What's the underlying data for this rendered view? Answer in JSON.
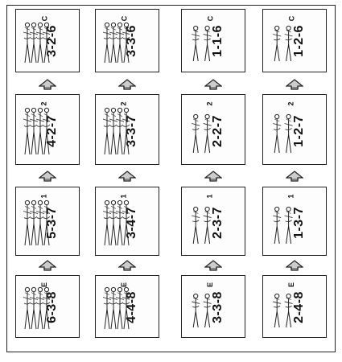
{
  "diagram": {
    "rows": [
      [
        {
          "label": "3-2-6",
          "mark": "C",
          "figures": 4
        },
        {
          "label": "3-3-6",
          "mark": "C",
          "figures": 4
        },
        {
          "label": "1-1-6",
          "mark": "C",
          "figures": 2
        },
        {
          "label": "1-2-6",
          "mark": "C",
          "figures": 2
        }
      ],
      [
        {
          "label": "4-2-7",
          "mark": "2",
          "figures": 4
        },
        {
          "label": "3-3-7",
          "mark": "2",
          "figures": 4
        },
        {
          "label": "2-2-7",
          "mark": "2",
          "figures": 2
        },
        {
          "label": "1-2-7",
          "mark": "2",
          "figures": 2
        }
      ],
      [
        {
          "label": "5-3-7",
          "mark": "1",
          "figures": 4
        },
        {
          "label": "3-4-7",
          "mark": "1",
          "figures": 4
        },
        {
          "label": "2-3-7",
          "mark": "1",
          "figures": 2
        },
        {
          "label": "1-3-7",
          "mark": "1",
          "figures": 2
        }
      ],
      [
        {
          "label": "6-3-8",
          "mark": "E",
          "figures": 4
        },
        {
          "label": "4-4-8",
          "mark": "E",
          "figures": 4
        },
        {
          "label": "3-3-8",
          "mark": "E",
          "figures": 2
        },
        {
          "label": "2-4-8",
          "mark": "E",
          "figures": 2
        }
      ]
    ]
  }
}
